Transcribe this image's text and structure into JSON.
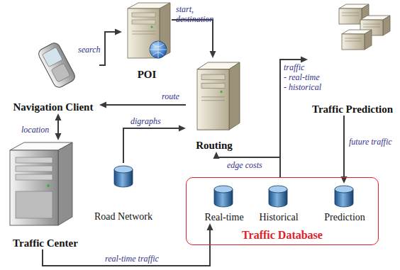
{
  "diagram": {
    "nodes": [
      {
        "text": [
          "Navigation Client"
        ]
      },
      {
        "text": [
          "POI"
        ]
      },
      {
        "text": [
          "Routing"
        ]
      },
      {
        "text": [
          "Traffic Prediction"
        ]
      },
      {
        "text": [
          "Traffic Center"
        ]
      },
      {
        "text": [
          "Road Network"
        ]
      },
      {
        "text": [
          "Traffic Database"
        ]
      },
      {
        "text": [
          "Real-time"
        ],
        "in": 6
      },
      {
        "text": [
          "Historical"
        ],
        "in": 6
      },
      {
        "text": [
          "Prediction"
        ],
        "in": 6
      }
    ],
    "edges": [
      {
        "from": 0,
        "to": 1,
        "label": "search",
        "arrow": "to"
      },
      {
        "from": 1,
        "to": 2,
        "label": "start, destination",
        "arrow": "to"
      },
      {
        "from": 2,
        "to": 0,
        "label": "route",
        "arrow": "to"
      },
      {
        "from": 0,
        "to": 4,
        "label": "location",
        "arrow": "both"
      },
      {
        "from": 5,
        "to": 2,
        "label": "digraphs",
        "arrow": "to"
      },
      {
        "from": 6,
        "to": 2,
        "label": "edge costs",
        "arrow": "to"
      },
      {
        "from": 6,
        "to": 3,
        "label": "traffic",
        "arrow": "to"
      },
      {
        "from": 3,
        "to": 9,
        "label": "future traffic",
        "arrow": "to"
      },
      {
        "from": 4,
        "to": 7,
        "label": "real-time traffic",
        "arrow": "to"
      }
    ],
    "labels": [
      "- real-time",
      "- historical"
    ]
  }
}
